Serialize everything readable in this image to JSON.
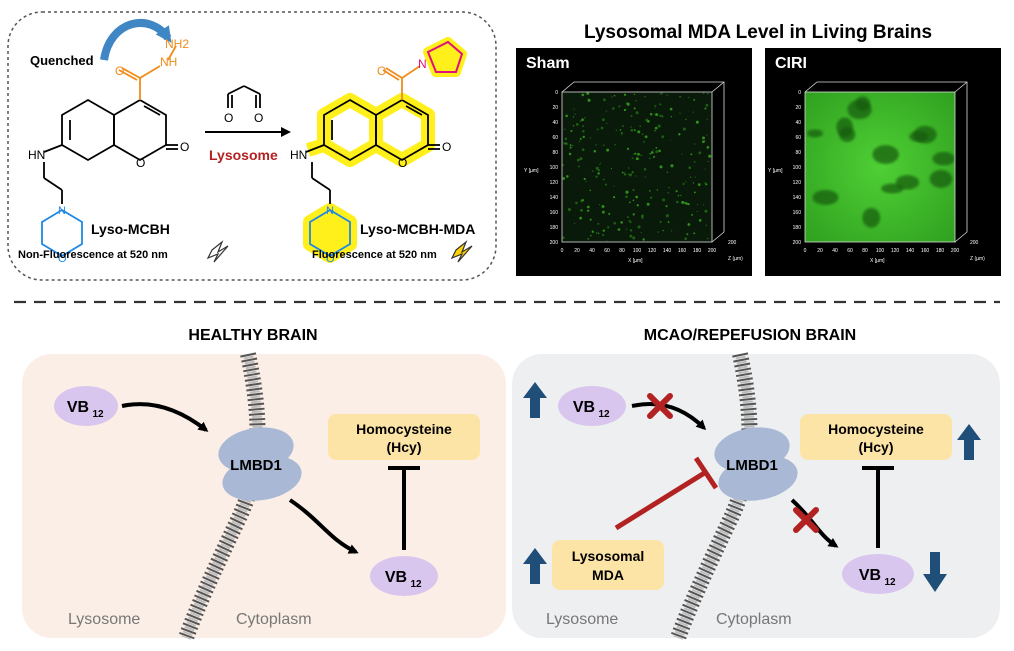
{
  "top": {
    "reaction": {
      "quenched_label": "Quenched",
      "nh2_label": "NH2",
      "nh_label": "NH",
      "hn_label": "HN",
      "n_label": "N",
      "o_label": "O",
      "reagent_o_label": "O",
      "condition_label": "Lysosome",
      "probe_name": "Lyso-MCBH",
      "product_name": "Lyso-MCBH-MDA",
      "probe_fluorescence": "Non-Fluorescence at 520 nm",
      "product_fluorescence": "Fluorescence at 520 nm"
    },
    "imaging": {
      "title": "Lysosomal MDA Level in Living Brains",
      "panels": [
        {
          "label": "Sham"
        },
        {
          "label": "CIRI"
        }
      ],
      "axis_y_label": "Y [µm]",
      "axis_x_label": "X [µm]",
      "axis_z_label": "Z (µm)",
      "y_ticks": [
        "0",
        "20",
        "40",
        "60",
        "80",
        "100",
        "120",
        "140",
        "160",
        "180",
        "200"
      ],
      "x_ticks": [
        "0",
        "20",
        "40",
        "60",
        "80",
        "100",
        "120",
        "140",
        "160",
        "180",
        "200"
      ],
      "z_tick": "200"
    }
  },
  "healthy": {
    "title": "HEALTHY BRAIN",
    "vb_label": "VB",
    "vb_sub": "12",
    "transporter": "LMBD1",
    "homocysteine_line1": "Homocysteine",
    "homocysteine_line2": "(Hcy)",
    "lysosome_label": "Lysosome",
    "cytoplasm_label": "Cytoplasm"
  },
  "disease": {
    "title": "MCAO/REPEFUSION BRAIN",
    "vb_label": "VB",
    "vb_sub": "12",
    "transporter": "LMBD1",
    "homocysteine_line1": "Homocysteine",
    "homocysteine_line2": "(Hcy)",
    "mda_line1": "Lysosomal",
    "mda_line2": "MDA",
    "lysosome_label": "Lysosome",
    "cytoplasm_label": "Cytoplasm"
  },
  "colors": {
    "vb_fill": "#d8c6ee",
    "hcy_fill": "#fbe4a6",
    "lmbd1_fill": "#a9b8d4",
    "healthy_bg": "#fbeee6",
    "disease_bg": "#eeeff1",
    "inhibit_red": "#b22222",
    "up_arrow": "#1f4e79",
    "highlight": "#ffef1a",
    "orange": "#f08c1a",
    "blue": "#1e88e5",
    "green": "#2ecc40"
  }
}
